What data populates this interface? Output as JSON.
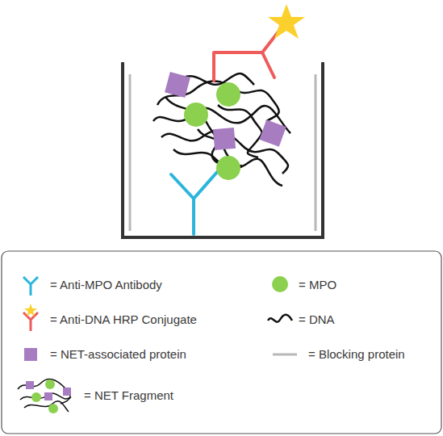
{
  "diagram": {
    "legend": [
      {
        "text": "= Anti-MPO Antibody"
      },
      {
        "text": "= MPO"
      },
      {
        "text": "= Anti-DNA HRP Conjugate"
      },
      {
        "text": "= DNA"
      },
      {
        "text": "= NET-associated protein"
      },
      {
        "text": "= Blocking protein"
      },
      {
        "text": "= NET Fragment"
      }
    ]
  }
}
